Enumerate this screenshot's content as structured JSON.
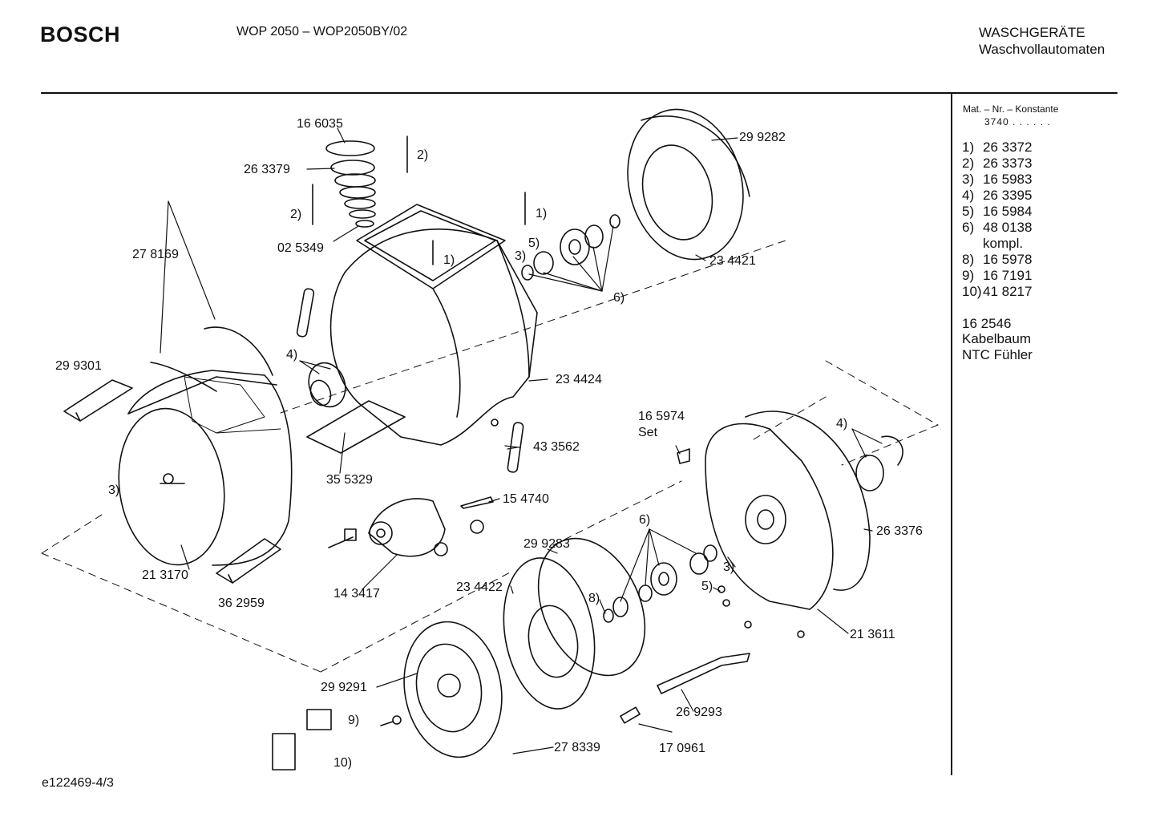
{
  "header": {
    "brand": "BOSCH",
    "model": "WOP 2050 – WOP2050BY/02",
    "category_line1": "WASCHGERÄTE",
    "category_line2": "Waschvollautomaten"
  },
  "sidebar": {
    "header_line1": "Mat. – Nr. – Konstante",
    "header_line2": "3740 . .  . . . .",
    "items": [
      {
        "num": "1)",
        "value": "26 3372"
      },
      {
        "num": "2)",
        "value": "26 3373"
      },
      {
        "num": "3)",
        "value": "16 5983"
      },
      {
        "num": "4)",
        "value": "26 3395"
      },
      {
        "num": "5)",
        "value": "16 5984"
      },
      {
        "num": "6)",
        "value": "48 0138"
      },
      {
        "num": "",
        "value": "kompl."
      },
      {
        "num": "8)",
        "value": "16 5978"
      },
      {
        "num": "9)",
        "value": "16 7191"
      },
      {
        "num": "10)",
        "value": "41 8217"
      }
    ],
    "extra": [
      "16 2546",
      "Kabelbaum",
      "NTC Fühler"
    ]
  },
  "labels": {
    "l_166035": "16 6035",
    "l_263379": "26 3379",
    "l_2a": "2)",
    "l_2b": "2)",
    "l_025349": "02 5349",
    "l_1a": "1)",
    "l_1b": "1)",
    "l_299282": "29 9282",
    "l_5a": "5)",
    "l_3a": "3)",
    "l_234421": "23 4421",
    "l_6a": "6)",
    "l_278169": "27 8169",
    "l_299301": "29 9301",
    "l_4a": "4)",
    "l_234424": "23 4424",
    "l_3b": "3)",
    "l_355329": "35 5329",
    "l_433562": "43 3562",
    "l_165974": "16 5974",
    "l_set": "Set",
    "l_4b": "4)",
    "l_154740": "15 4740",
    "l_263376": "26 3376",
    "l_213170": "21 3170",
    "l_362959": "36 2959",
    "l_143417": "14 3417",
    "l_299283": "29 9283",
    "l_6b": "6)",
    "l_234422": "23 4422",
    "l_8": "8)",
    "l_3c": "3)",
    "l_5b": "5)",
    "l_213611": "21 3611",
    "l_299291": "29 9291",
    "l_269293": "26 9293",
    "l_9": "9)",
    "l_278339": "27 8339",
    "l_170961": "17 0961",
    "l_10": "10)"
  },
  "footer": {
    "code": "e122469-4/3"
  }
}
